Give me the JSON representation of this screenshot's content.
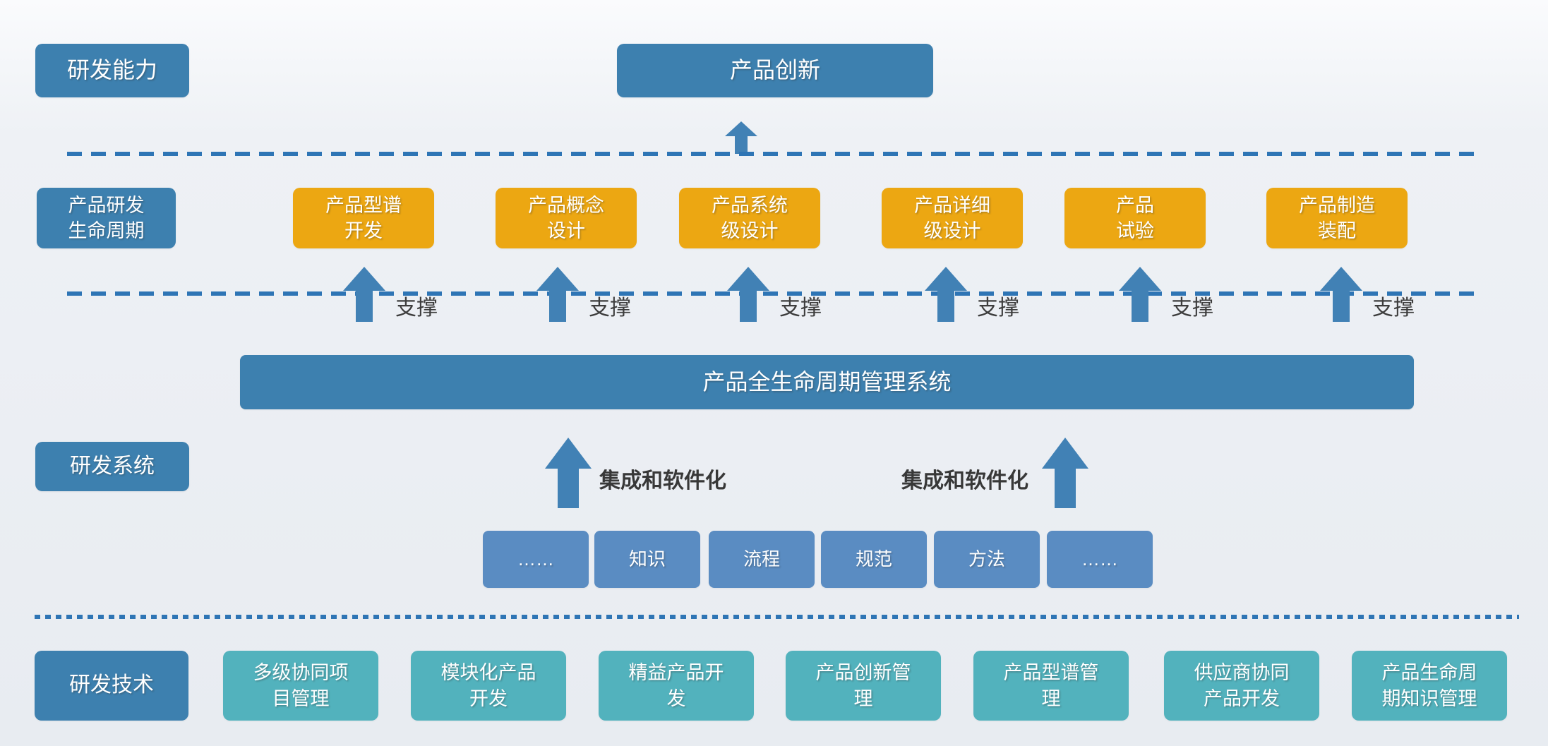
{
  "colors": {
    "primary_blue": "#3d80af",
    "orange": "#eca712",
    "medium_blue": "#5a8cc2",
    "teal": "#52b2bd",
    "dash_blue": "#2e75b5",
    "arrow_blue": "#4181b5",
    "dark_text": "#3d3d3d"
  },
  "capability_row": {
    "label": "研发能力",
    "innovation_box": "产品创新"
  },
  "lifecycle_row": {
    "label": "产品研发\n生命周期",
    "support_label": "支撑",
    "stages": [
      {
        "label": "产品型谱\n开发"
      },
      {
        "label": "产品概念\n设计"
      },
      {
        "label": "产品系统\n级设计"
      },
      {
        "label": "产品详细\n级设计"
      },
      {
        "label": "产品\n试验"
      },
      {
        "label": "产品制造\n装配"
      }
    ]
  },
  "system_row": {
    "label": "研发系统",
    "plm_bar": "产品全生命周期管理系统",
    "integration_label": "集成和软件化",
    "elements": [
      {
        "label": "……"
      },
      {
        "label": "知识"
      },
      {
        "label": "流程"
      },
      {
        "label": "规范"
      },
      {
        "label": "方法"
      },
      {
        "label": "……"
      }
    ]
  },
  "technology_row": {
    "label": "研发技术",
    "items": [
      {
        "label": "多级协同项\n目管理"
      },
      {
        "label": "模块化产品\n开发"
      },
      {
        "label": "精益产品开\n发"
      },
      {
        "label": "产品创新管\n理"
      },
      {
        "label": "产品型谱管\n理"
      },
      {
        "label": "供应商协同\n产品开发"
      },
      {
        "label": "产品生命周\n期知识管理"
      }
    ]
  }
}
